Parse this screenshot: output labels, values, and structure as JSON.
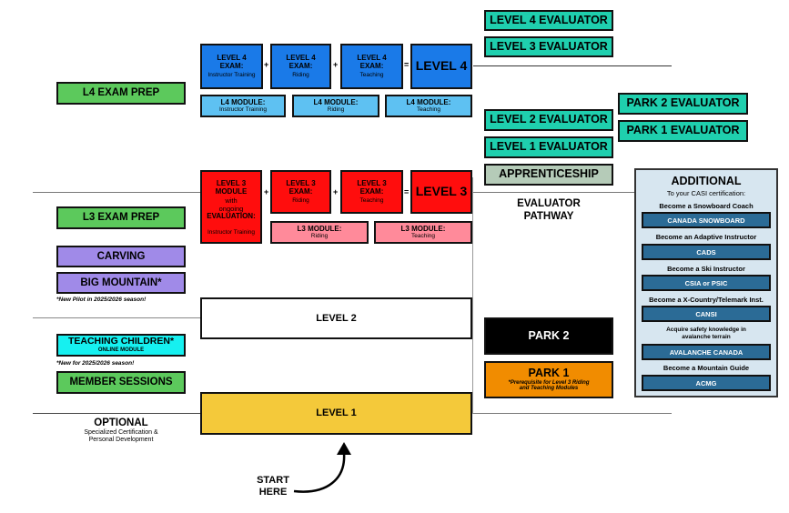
{
  "level4": {
    "exams": [
      {
        "title": "LEVEL 4\nEXAM:",
        "sub": "Instructor Training"
      },
      {
        "title": "LEVEL 4\nEXAM:",
        "sub": "Riding"
      },
      {
        "title": "LEVEL 4\nEXAM:",
        "sub": "Teaching"
      }
    ],
    "result": "LEVEL 4",
    "modules": [
      {
        "title": "L4 MODULE:",
        "sub": "Instructor Training"
      },
      {
        "title": "L4 MODULE:",
        "sub": "Riding"
      },
      {
        "title": "L4 MODULE:",
        "sub": "Teaching"
      }
    ]
  },
  "level3": {
    "module_eval": {
      "line1": "LEVEL 3",
      "line2": "MODULE",
      "line3": "with",
      "line4": "ongoing",
      "line5": "EVALUATION:",
      "sub": "Instructor Training"
    },
    "exams": [
      {
        "title": "LEVEL 3\nEXAM:",
        "sub": "Riding"
      },
      {
        "title": "LEVEL 3\nEXAM:",
        "sub": "Teaching"
      }
    ],
    "result": "LEVEL 3",
    "modules": [
      {
        "title": "L3 MODULE:",
        "sub": "Riding"
      },
      {
        "title": "L3 MODULE:",
        "sub": "Teaching"
      }
    ]
  },
  "operators": {
    "plus": "+",
    "equals": "="
  },
  "level2": "LEVEL 2",
  "level1": "LEVEL 1",
  "start": {
    "line1": "START",
    "line2": "HERE"
  },
  "optional": {
    "items": {
      "l4_prep": "L4 EXAM PREP",
      "l3_prep": "L3 EXAM PREP",
      "carving": "CARVING",
      "big_mountain": "BIG MOUNTAIN*",
      "big_mountain_note": "*New Pilot in 2025/2026 season!",
      "teaching_children": "TEACHING CHILDREN*",
      "teaching_children_sub": "ONLINE MODULE",
      "teaching_children_note": "*New for 2025/2026 season!",
      "member_sessions": "MEMBER SESSIONS"
    },
    "title": "OPTIONAL",
    "subtitle1": "Specialized Certification &",
    "subtitle2": "Personal Development"
  },
  "evaluator": {
    "level4": "LEVEL 4 EVALUATOR",
    "level3": "LEVEL 3 EVALUATOR",
    "level2": "LEVEL 2 EVALUATOR",
    "level1": "LEVEL 1 EVALUATOR",
    "park2": "PARK 2 EVALUATOR",
    "park1": "PARK 1 EVALUATOR",
    "apprenticeship": "APPRENTICESHIP",
    "pathway1": "EVALUATOR",
    "pathway2": "PATHWAY"
  },
  "park": {
    "park2": "PARK 2",
    "park1": "PARK 1",
    "park1_note1": "*Prerequisite for Level 3 Riding",
    "park1_note2": "and Teaching Modules"
  },
  "additional": {
    "title": "ADDITIONAL",
    "subtitle": "To your CASI certification:",
    "items": [
      {
        "heading": "Become a Snowboard Coach",
        "button": "CANADA SNOWBOARD"
      },
      {
        "heading": "Become an Adaptive Instructor",
        "button": "CADS"
      },
      {
        "heading": "Become a Ski Instructor",
        "button": "CSIA or PSIC"
      },
      {
        "heading": "Become a X-Country/Telemark Inst.",
        "button": "CANSI"
      },
      {
        "heading": "Acquire safety knowledge in avalanche terrain",
        "button": "AVALANCHE CANADA"
      },
      {
        "heading": "Become a Mountain Guide",
        "button": "ACMG"
      }
    ]
  },
  "colors": {
    "level4": "#1a7ae8",
    "level4_module": "#5ec1f2",
    "level3": "#ff0d0d",
    "level3_module": "#ff8a9a",
    "evaluator": "#1fcfae",
    "apprenticeship": "#b5cbb8",
    "prep": "#5cc95c",
    "specialty": "#a08ae8",
    "children": "#16f0f0",
    "level1": "#f4c93a",
    "park2": "#000000",
    "park1": "#f18c00",
    "additional_bg": "#d7e6f0",
    "additional_button": "#2b6b96"
  }
}
